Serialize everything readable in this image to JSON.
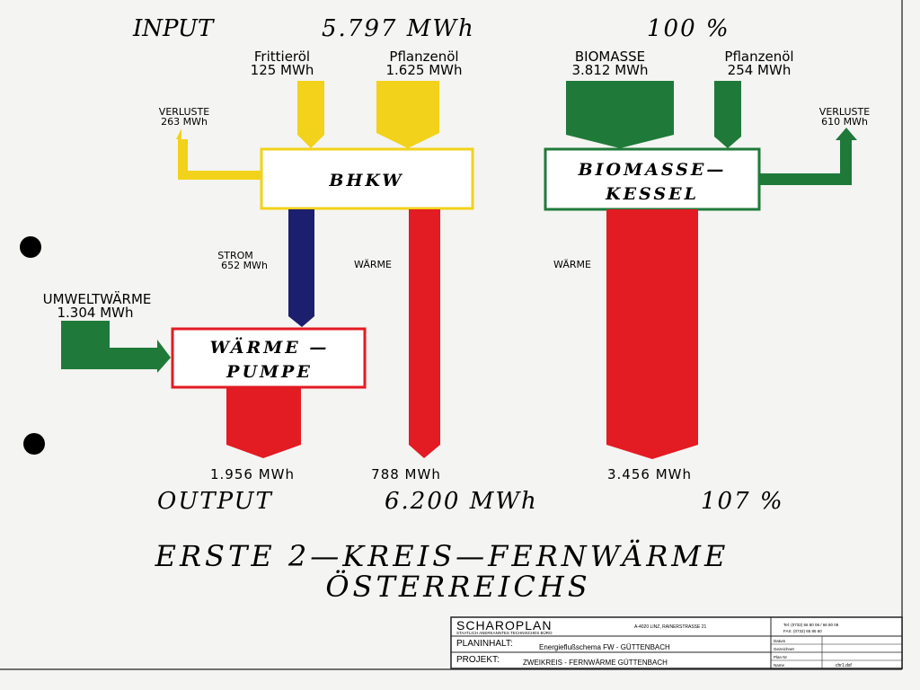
{
  "header": {
    "input_label": "INPUT",
    "input_value": "5.797 MWh",
    "input_percent": "100 %"
  },
  "inputs": {
    "frittieroel": {
      "name": "Frittieröl",
      "value": "125 MWh"
    },
    "pflanzenoel_bhkw": {
      "name": "Pflanzenöl",
      "value": "1.625 MWh"
    },
    "biomasse": {
      "name": "BIOMASSE",
      "value": "3.812 MWh"
    },
    "pflanzenoel_kessel": {
      "name": "Pflanzenöl",
      "value": "254 MWh"
    }
  },
  "losses": {
    "bhkw": {
      "label": "VERLUSTE",
      "value": "263 MWh"
    },
    "kessel": {
      "label": "VERLUSTE",
      "value": "610 MWh"
    }
  },
  "nodes": {
    "bhkw": "BHKW",
    "kessel_line1": "BIOMASSE—",
    "kessel_line2": "KESSEL",
    "pumpe_line1": "WÄRME  —",
    "pumpe_line2": "PUMPE"
  },
  "flows": {
    "strom_label": "STROM",
    "strom_value": "652 MWh",
    "waerme_bhkw": "WÄRME",
    "waerme_kessel": "WÄRME",
    "umweltwaerme_label": "UMWELTWÄRME",
    "umweltwaerme_value": "1.304 MWh"
  },
  "outputs": {
    "pumpe": "1.956 MWh",
    "bhkw": "788 MWh",
    "kessel": "3.456 MWh"
  },
  "footer": {
    "output_label": "OUTPUT",
    "output_value": "6.200 MWh",
    "output_percent": "107 %"
  },
  "title": {
    "line1": "ERSTE  2—KREIS—FERNWÄRME",
    "line2": "ÖSTERREICHS"
  },
  "titleblock": {
    "company": "SCHAROPLAN",
    "address": "A-4020 LINZ, RAINERSTRASSE 21",
    "subtitle": "STAATLICH ANERKANNTES TECHNISCHES BÜRO",
    "tel": "Tel: (0732) 66 80 08 / 66 80 09",
    "fax": "FAX: (0732) 65 85 60",
    "planinhalt_label": "PLANINHALT:",
    "planinhalt_value": "Energieflußschema FW - GÜTTENBACH",
    "projekt_label": "PROJEKT:",
    "projekt_value": "ZWEIKREIS - FERNWÄRME GÜTTENBACH",
    "field_datum": "Datum",
    "field_gezeichnet": "Gezeichnet",
    "field_plan": "Plan Nr",
    "field_name": "Name",
    "plan_file": "chr1.dsf"
  },
  "colors": {
    "yellow": "#f2d21a",
    "green": "#1f7a3a",
    "red": "#e31b23",
    "navy": "#1c1f6e"
  }
}
